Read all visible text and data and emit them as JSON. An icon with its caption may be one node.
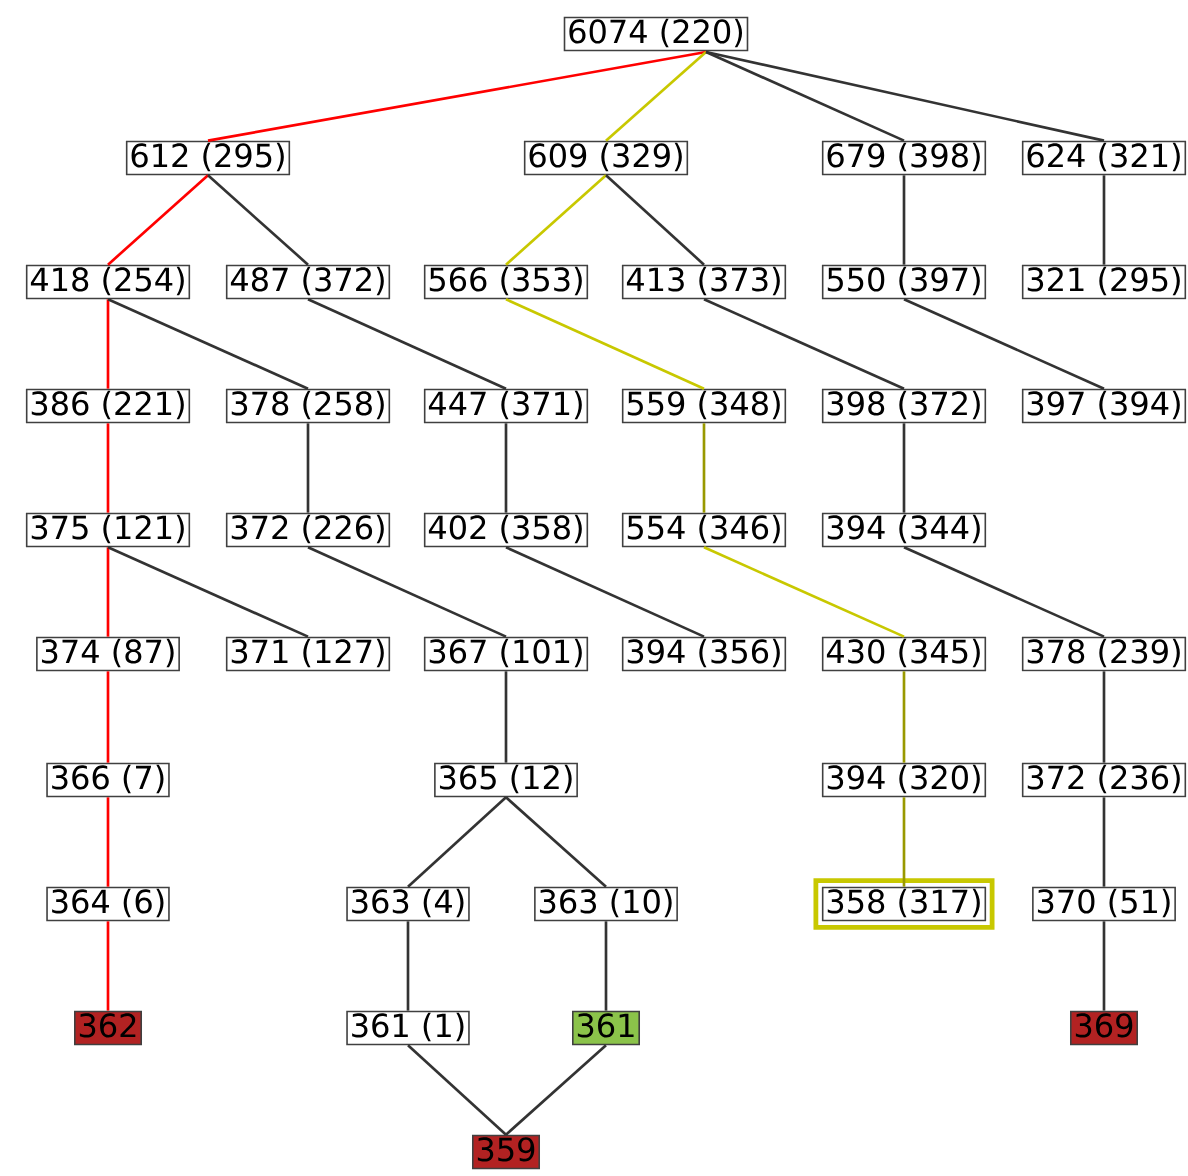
{
  "diagram": {
    "nodes": [
      {
        "text": [
          "6074 (220)"
        ]
      },
      {
        "text": [
          "612 (295)"
        ]
      },
      {
        "text": [
          "609 (329)"
        ]
      },
      {
        "text": [
          "679 (398)"
        ]
      },
      {
        "text": [
          "624 (321)"
        ]
      },
      {
        "text": [
          "418 (254)"
        ]
      },
      {
        "text": [
          "487 (372)"
        ]
      },
      {
        "text": [
          "566 (353)"
        ]
      },
      {
        "text": [
          "413 (373)"
        ]
      },
      {
        "text": [
          "550 (397)"
        ]
      },
      {
        "text": [
          "321 (295)"
        ]
      },
      {
        "text": [
          "386 (221)"
        ]
      },
      {
        "text": [
          "378 (258)"
        ]
      },
      {
        "text": [
          "447 (371)"
        ]
      },
      {
        "text": [
          "559 (348)"
        ]
      },
      {
        "text": [
          "398 (372)"
        ]
      },
      {
        "text": [
          "397 (394)"
        ]
      },
      {
        "text": [
          "375 (121)"
        ]
      },
      {
        "text": [
          "372 (226)"
        ]
      },
      {
        "text": [
          "402 (358)"
        ]
      },
      {
        "text": [
          "554 (346)"
        ]
      },
      {
        "text": [
          "394 (344)"
        ]
      },
      {
        "text": [
          "374 (87)"
        ]
      },
      {
        "text": [
          "371 (127)"
        ]
      },
      {
        "text": [
          "367 (101)"
        ]
      },
      {
        "text": [
          "394 (356)"
        ]
      },
      {
        "text": [
          "430 (345)"
        ]
      },
      {
        "text": [
          "378 (239)"
        ]
      },
      {
        "text": [
          "366 (7)"
        ]
      },
      {
        "text": [
          "365 (12)"
        ]
      },
      {
        "text": [
          "394 (320)"
        ]
      },
      {
        "text": [
          "372 (236)"
        ]
      },
      {
        "text": [
          "364 (6)"
        ]
      },
      {
        "text": [
          "363 (4)"
        ]
      },
      {
        "text": [
          "363 (10)"
        ]
      },
      {
        "text": [
          "358 (317)"
        ]
      },
      {
        "text": [
          "370 (51)"
        ]
      },
      {
        "text": [
          "362"
        ]
      },
      {
        "text": [
          "361 (1)"
        ]
      },
      {
        "text": [
          "361"
        ]
      },
      {
        "text": [
          "369"
        ]
      },
      {
        "text": [
          "359"
        ]
      }
    ],
    "edges": [
      {
        "from": 0,
        "to": 1,
        "arrow": "none",
        "color": "#ff0000"
      },
      {
        "from": 0,
        "to": 2,
        "arrow": "none",
        "color": "#c8c800"
      },
      {
        "from": 0,
        "to": 3,
        "arrow": "none"
      },
      {
        "from": 0,
        "to": 4,
        "arrow": "none"
      },
      {
        "from": 1,
        "to": 5,
        "arrow": "none",
        "color": "#ff0000"
      },
      {
        "from": 1,
        "to": 6,
        "arrow": "none"
      },
      {
        "from": 2,
        "to": 7,
        "arrow": "none",
        "color": "#c8c800"
      },
      {
        "from": 2,
        "to": 8,
        "arrow": "none"
      },
      {
        "from": 3,
        "to": 9,
        "arrow": "none"
      },
      {
        "from": 4,
        "to": 10,
        "arrow": "none"
      },
      {
        "from": 5,
        "to": 11,
        "arrow": "none",
        "color": "#ff0000"
      },
      {
        "from": 5,
        "to": 12,
        "arrow": "none"
      },
      {
        "from": 6,
        "to": 13,
        "arrow": "none"
      },
      {
        "from": 7,
        "to": 14,
        "arrow": "none",
        "color": "#c8c800"
      },
      {
        "from": 8,
        "to": 15,
        "arrow": "none"
      },
      {
        "from": 9,
        "to": 16,
        "arrow": "none"
      },
      {
        "from": 11,
        "to": 17,
        "arrow": "none",
        "color": "#ff0000"
      },
      {
        "from": 12,
        "to": 18,
        "arrow": "none"
      },
      {
        "from": 13,
        "to": 19,
        "arrow": "none"
      },
      {
        "from": 14,
        "to": 20,
        "arrow": "none",
        "color": "#999900"
      },
      {
        "from": 15,
        "to": 21,
        "arrow": "none"
      },
      {
        "from": 17,
        "to": 22,
        "arrow": "none",
        "color": "#ff0000"
      },
      {
        "from": 17,
        "to": 23,
        "arrow": "none"
      },
      {
        "from": 18,
        "to": 24,
        "arrow": "none"
      },
      {
        "from": 19,
        "to": 25,
        "arrow": "none"
      },
      {
        "from": 20,
        "to": 26,
        "arrow": "none",
        "color": "#c8c800"
      },
      {
        "from": 21,
        "to": 27,
        "arrow": "none"
      },
      {
        "from": 22,
        "to": 28,
        "arrow": "none",
        "color": "#ff0000"
      },
      {
        "from": 24,
        "to": 29,
        "arrow": "none"
      },
      {
        "from": 26,
        "to": 30,
        "arrow": "none",
        "color": "#999900"
      },
      {
        "from": 27,
        "to": 31,
        "arrow": "none"
      },
      {
        "from": 28,
        "to": 32,
        "arrow": "none",
        "color": "#ff0000"
      },
      {
        "from": 29,
        "to": 33,
        "arrow": "none"
      },
      {
        "from": 29,
        "to": 34,
        "arrow": "none"
      },
      {
        "from": 30,
        "to": 35,
        "arrow": "none",
        "color": "#999900"
      },
      {
        "from": 31,
        "to": 36,
        "arrow": "none"
      },
      {
        "from": 32,
        "to": 37,
        "arrow": "none",
        "color": "#ff0000"
      },
      {
        "from": 33,
        "to": 38,
        "arrow": "none"
      },
      {
        "from": 34,
        "to": 39,
        "arrow": "none"
      },
      {
        "from": 36,
        "to": 40,
        "arrow": "none"
      },
      {
        "from": 38,
        "to": 41,
        "arrow": "none"
      },
      {
        "from": 39,
        "to": 41,
        "arrow": "none"
      }
    ]
  }
}
